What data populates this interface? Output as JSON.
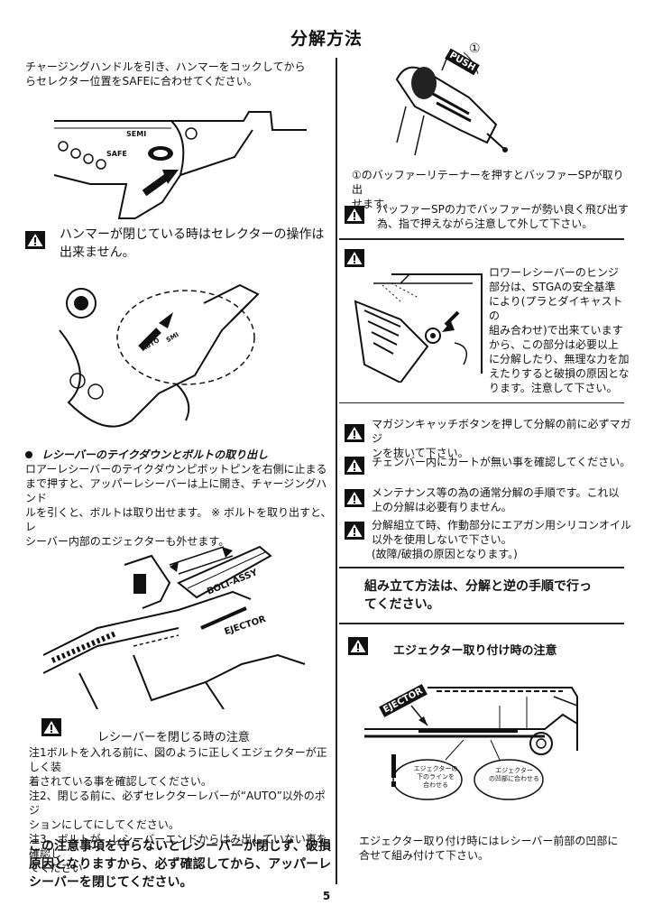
{
  "page": {
    "title": "分解方法",
    "page_number": "5"
  },
  "left": {
    "step1_text": "チャージングハンドルを引き、ハンマーをコックしてから\nらセレクター位置をSAFEに合わせてください。",
    "fig1_labels": {
      "semi": "SEMI",
      "safe": "SAFE"
    },
    "warn1_text": "ハンマーが閉じている時はセレクターの操作は\n出来ません。",
    "fig2_labels": {
      "auto": "AUTO",
      "semi": "SMI"
    },
    "section2_heading": "レシーバーのテイクダウンとボルトの取り出し",
    "section2_text": "ロアーレシーバーのテイクダウンピボットピンを右側に止まる\nまで押すと、アッパーレシーバーは上に開き、チャージングハンド\nルを引くと、ボルトは取り出せます。 ※ ボルトを取り出すと、レ\nシーバー内部のエジェクターも外せます。",
    "fig3_labels": {
      "bolt": "BOLT-ASSY",
      "ejector": "EJECTOR"
    },
    "close_heading": "レシーバーを閉じる時の注意",
    "close_notes": [
      "注1ボルトを入れる前に、図のように正しくエジェクターが正しく装",
      "着されている事を確認してください。",
      "注2、閉じる前に、必ずセレクターレバーが“AUTO”以外のポジ",
      "ションにしてにしてください。",
      "注3、ボルトが、レシーバーエンドからはみ出していない事を確認し",
      "てください"
    ],
    "closing_bold": "この注意事項を守らないとレシーバーが閉じず、破損\n原因となりますから、必ず確認してから、アッパーレ\nシーバーを閉じてください。"
  },
  "right": {
    "fig4_labels": {
      "circle": "①",
      "push": "PUSH"
    },
    "buffer_text": "①のバッファーリテーナーを押すとバッファーSPが取り出\nせます。",
    "buffer_warn": "バッファーSPの力でバッファーが勢い良く飛び出す\n為、指で押えながら注意して外して下さい。",
    "hinge_text": "ロワーレシーバーのヒンジ\n部分は、STGAの安全基準\nにより(プラとダイキャストの\n組み合わせ)で出来ています\nから、この部分は必要以上\nに分解したり、無理な力を加\nえたりすると破損の原因とな\nります。注意して下さい。",
    "warnings": [
      "マガジンキャッチボタンを押して分解の前に必ずマガジ\nンを抜いて下さい。",
      "チェンバー内にカートが無い事を確認してください。",
      "メンテナンス等の為の通常分解の手順です。これ以\n上の分解は必要有りません。",
      "分解組立て時、作動部分にエアガン用シリコンオイル\n以外を使用しないで下さい。\n(故障/破損の原因となります。)"
    ],
    "assembly_bold": "組み立て方法は、分解と逆の手順で行っ\nてください。",
    "ejector_heading": "エジェクター取り付け時の注意",
    "fig5_labels": {
      "ejector": "EJECTOR",
      "note1": "エジェクターの\n下のラインを\n合わせる",
      "note2": "エジェクター\nの凹部に合わせる"
    },
    "ejector_text": "エジェクター取り付け時にはレシーバー前部の凹部に\n合せて組み付けて下さい。"
  },
  "icons": [
    "warning-triangle-icon"
  ]
}
